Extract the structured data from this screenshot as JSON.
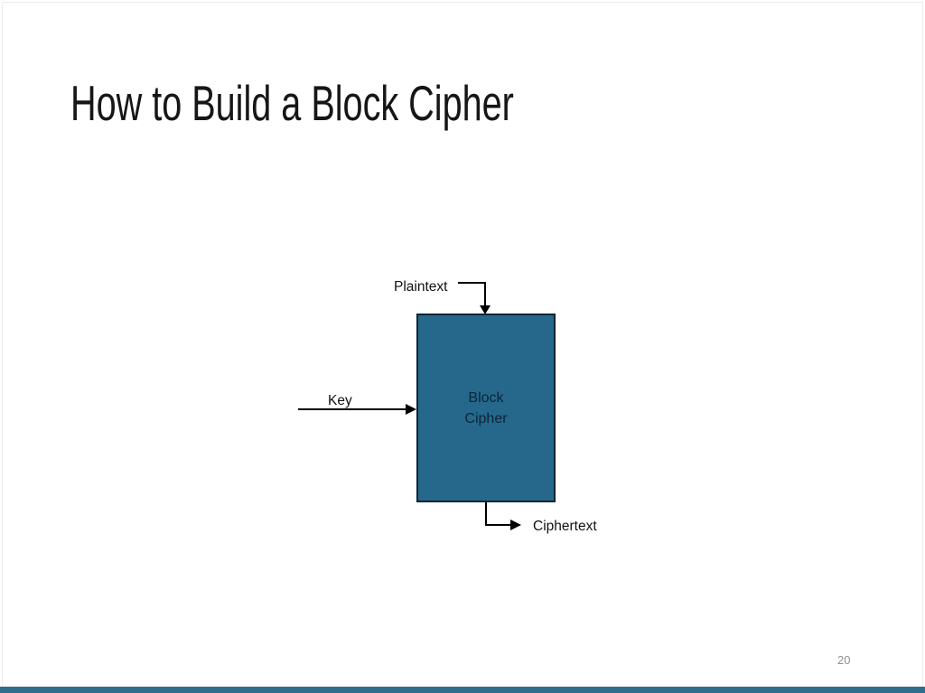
{
  "slide": {
    "title": "How to Build a Block Cipher",
    "page_number": "20",
    "diagram": {
      "box_label_line1": "Block",
      "box_label_line2": "Cipher",
      "top_input_label": "Plaintext",
      "left_input_label": "Key",
      "output_label": "Ciphertext",
      "box_fill_color": "#25688c",
      "box_border_color": "#0e2536",
      "line_color": "#000000"
    },
    "footer_bar_color": "#2e6d8c"
  }
}
